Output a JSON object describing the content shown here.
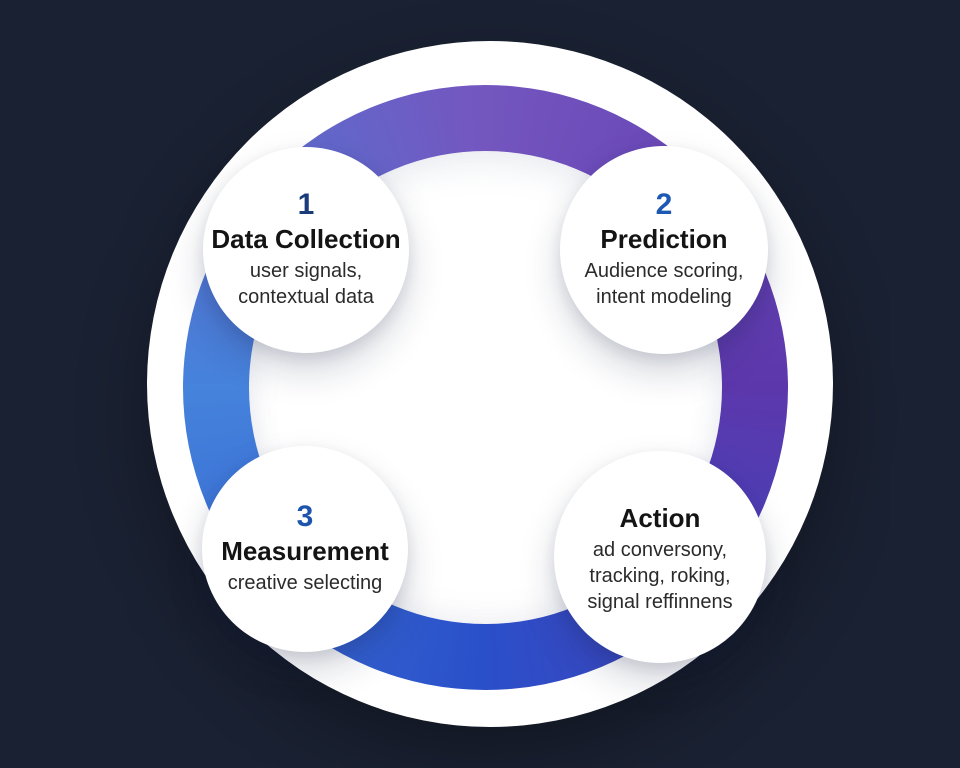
{
  "diagram": {
    "type": "cycle",
    "background_color": "#1A2132",
    "disc_color": "#FFFFFF",
    "ring_colors": {
      "top": "#7456BF",
      "right": "#5C37AC",
      "bottom": "#2A4FC9",
      "left": "#4583DC"
    },
    "nodes": [
      {
        "number": "1",
        "number_color": "#1C3B7B",
        "title": "Data Collection",
        "subtitle": "user signals,\ncontextual data"
      },
      {
        "number": "2",
        "number_color": "#1D59B3",
        "title": "Prediction",
        "subtitle": "Audience scoring,\nintent modeling"
      },
      {
        "number": "3",
        "number_color": "#1D55AD",
        "title": "Measurement",
        "subtitle": "creative selecting"
      },
      {
        "number": "",
        "number_color": "#1C3B7B",
        "title": "Action",
        "subtitle": "ad conversony,\ntracking, roking,\nsignal reffinnens"
      }
    ]
  }
}
